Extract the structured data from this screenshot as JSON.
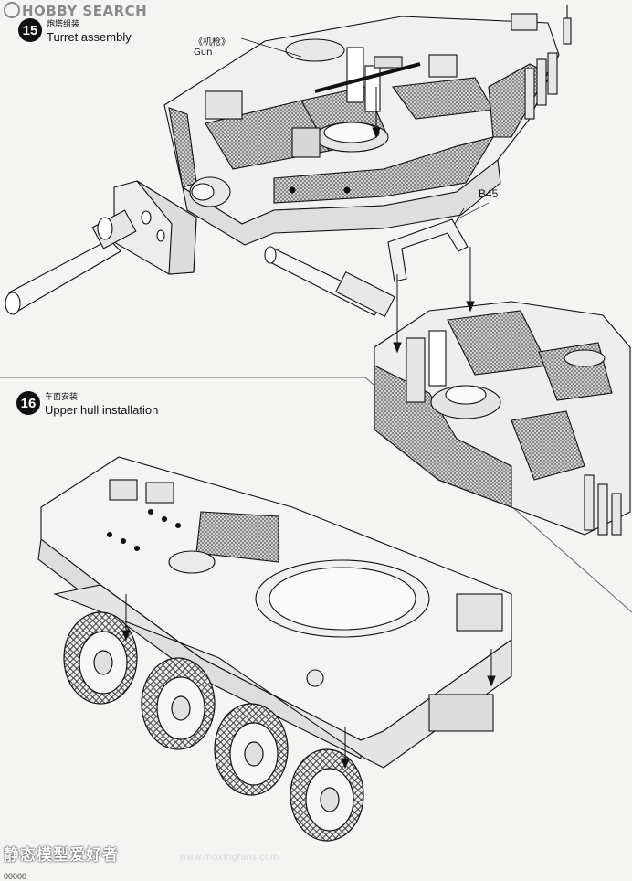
{
  "watermark": {
    "site": "HOBBY SEARCH"
  },
  "steps": [
    {
      "number": "15",
      "title_cn": "炮塔组装",
      "title_en": "Turret assembly"
    },
    {
      "number": "16",
      "title_cn": "车面安装",
      "title_en": "Upper hull installation"
    }
  ],
  "callouts": {
    "gun_cn": "《机枪》",
    "gun_en": "Gun",
    "part_b45": "B45"
  },
  "footer": {
    "site_cn": "静态模型爱好者",
    "site_url": "www.moxingfans.com",
    "page_number": "00000"
  },
  "colors": {
    "paper": "#f4f4f2",
    "ink": "#111111"
  }
}
